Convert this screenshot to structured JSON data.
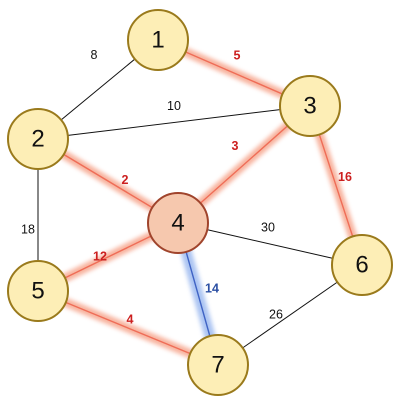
{
  "nodes": [
    {
      "id": "1",
      "label": "1",
      "state": "normal"
    },
    {
      "id": "2",
      "label": "2",
      "state": "normal"
    },
    {
      "id": "3",
      "label": "3",
      "state": "normal"
    },
    {
      "id": "4",
      "label": "4",
      "state": "current"
    },
    {
      "id": "5",
      "label": "5",
      "state": "normal"
    },
    {
      "id": "6",
      "label": "6",
      "state": "normal"
    },
    {
      "id": "7",
      "label": "7",
      "state": "normal"
    }
  ],
  "edges": [
    {
      "from": "1",
      "to": "2",
      "weight": "8",
      "state": "normal"
    },
    {
      "from": "1",
      "to": "3",
      "weight": "5",
      "state": "tree"
    },
    {
      "from": "2",
      "to": "3",
      "weight": "10",
      "state": "normal"
    },
    {
      "from": "2",
      "to": "4",
      "weight": "2",
      "state": "tree"
    },
    {
      "from": "2",
      "to": "5",
      "weight": "18",
      "state": "normal"
    },
    {
      "from": "3",
      "to": "4",
      "weight": "3",
      "state": "tree"
    },
    {
      "from": "3",
      "to": "6",
      "weight": "16",
      "state": "tree"
    },
    {
      "from": "4",
      "to": "5",
      "weight": "12",
      "state": "tree"
    },
    {
      "from": "4",
      "to": "6",
      "weight": "30",
      "state": "normal"
    },
    {
      "from": "4",
      "to": "7",
      "weight": "14",
      "state": "selected"
    },
    {
      "from": "5",
      "to": "7",
      "weight": "4",
      "state": "tree"
    },
    {
      "from": "6",
      "to": "7",
      "weight": "26",
      "state": "normal"
    }
  ],
  "colors": {
    "node_fill": "#fdeeb6",
    "node_stroke": "#9a7a1c",
    "current_fill": "#f6c8ae",
    "current_stroke": "#a0442c",
    "edge_normal": "#111111",
    "tree_glow": "#f59a7e",
    "tree_core": "#ef6d57",
    "selected_glow": "#8fb0ee",
    "selected_core": "#3f63c4",
    "tree_label": "#cc1f1f",
    "selected_label": "#2b4fa3"
  }
}
